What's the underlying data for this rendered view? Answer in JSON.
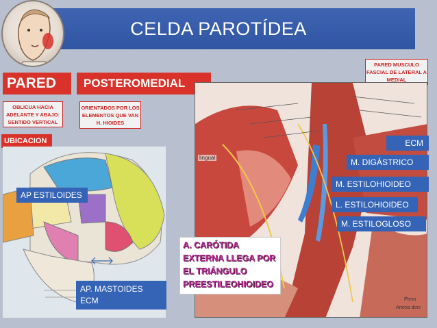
{
  "header": {
    "title": "CELDA PAROTÍDEA"
  },
  "labels": {
    "pared": "PARED",
    "posteromedial": "POSTEROMEDIAL",
    "ubicacion": "UBICACION"
  },
  "notes": {
    "oblicua": "OBLICUA HACIA ADELANTE Y ABAJO: SENTIDO VERTICAL",
    "orientados": "ORIENTADOS POR LOS ELEMENTOS QUE VAN H. HIOIDES",
    "pared_musculo": "PARED MUSCULO FASCIAL DE LATERAL A MEDIAL"
  },
  "skull_labels": {
    "ap_estiloides": "AP ESTILOIDES",
    "ap_mastoides": "AP. MASTOIDES",
    "ecm": "ECM"
  },
  "anatomy_labels": {
    "ecm": "ECM",
    "digastrico": "M. DIGÁSTRICO",
    "estilohioideo": "M. ESTILOHIOIDEO",
    "l_estilohioideo": "L. ESTILOHIOIDEO",
    "estilogloso": "M. ESTILOGLOSO",
    "lingual": "lingual",
    "plexo": "Plexo",
    "arteria": "Arteria dors"
  },
  "callout": "A. CARÓTIDA\nEXTERNA LLEGA POR\nEL TRIÁNGULO\nPREESTILEOHIOIDEO",
  "colors": {
    "accent_blue": "#3563b5",
    "accent_red": "#d8322a",
    "callout_text": "#b03090"
  }
}
